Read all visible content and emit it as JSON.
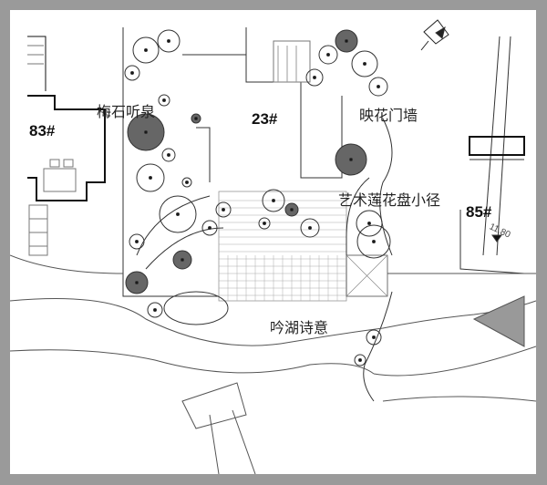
{
  "labels": {
    "plum_stone_spring": "梅石听泉",
    "flower_gate_wall": "映花门墙",
    "lotus_path": "艺术莲花盘小径",
    "lake_poem": "吟湖诗意"
  },
  "buildings": {
    "b23": "23#",
    "b83": "83#",
    "b85": "85#"
  },
  "elevation": "11.80"
}
